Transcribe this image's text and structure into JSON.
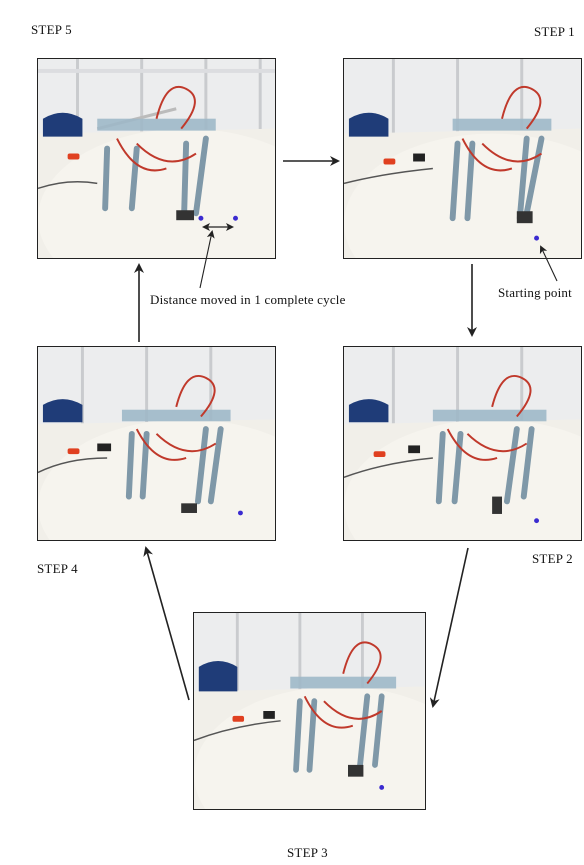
{
  "steps": {
    "step1": "STEP 1",
    "step2": "STEP 2",
    "step3": "STEP 3",
    "step4": "STEP 4",
    "step5": "STEP 5"
  },
  "annotations": {
    "distance": "Distance moved in 1 complete cycle",
    "start": "Starting point"
  },
  "colors": {
    "wall": "#ecedee",
    "wall_frame": "#c9cbce",
    "table": "#f1efe9",
    "chair": "#1f3c78",
    "wire": "#c0392b",
    "robot": "#9fb8c8",
    "marker": "#3b2bd0",
    "arrow": "#222222"
  }
}
